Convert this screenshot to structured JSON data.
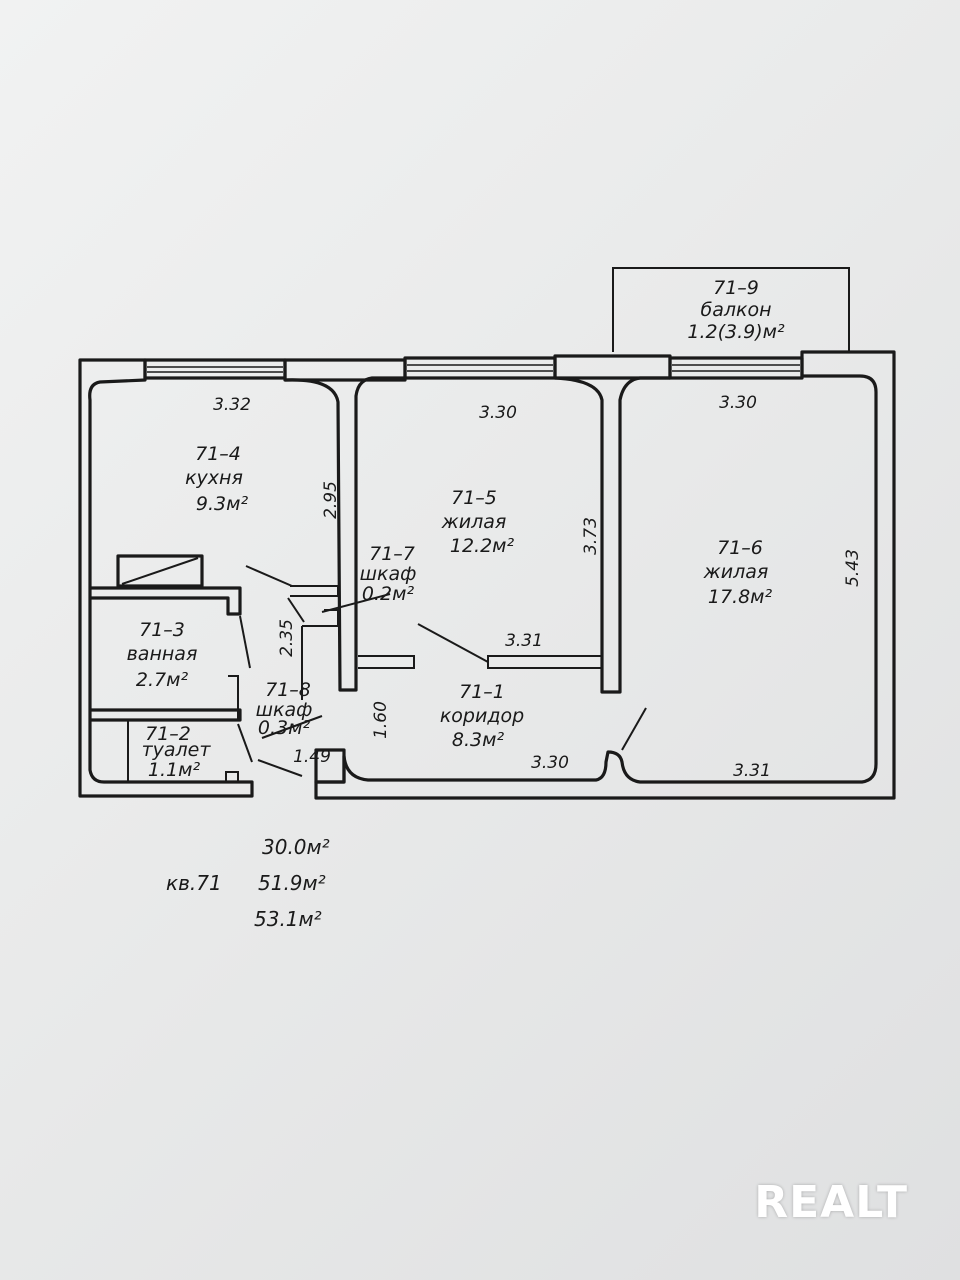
{
  "rooms": {
    "balcony": {
      "id": "71–9",
      "name": "балкон",
      "area": "1.2(3.9)м²"
    },
    "kitchen": {
      "id": "71–4",
      "name": "кухня",
      "area": "9.3м²"
    },
    "living5": {
      "id": "71–5",
      "name": "жилая",
      "area": "12.2м²"
    },
    "living6": {
      "id": "71–6",
      "name": "жилая",
      "area": "17.8м²"
    },
    "closet7": {
      "id": "71–7",
      "name": "шкаф",
      "area": "0.2м²"
    },
    "closet8": {
      "id": "71–8",
      "name": "шкаф",
      "area": "0.3м²"
    },
    "bathroom": {
      "id": "71–3",
      "name": "ванная",
      "area": "2.7м²"
    },
    "toilet": {
      "id": "71–2",
      "name": "туалет",
      "area": "1.1м²"
    },
    "corridor": {
      "id": "71–1",
      "name": "коридор",
      "area": "8.3м²"
    }
  },
  "dimensions": {
    "kitchen_top": "3.32",
    "kitchen_side": "2.95",
    "living5_top": "3.30",
    "living5_side": "3.73",
    "living6_top": "3.30",
    "living6_side": "5.43",
    "corridor_partition": "3.31",
    "bath_side": "2.35",
    "corridor_side": "1.60",
    "entry": "1.49",
    "corridor_bottom": "3.30",
    "living6_bottom": "3.31"
  },
  "totals": {
    "apartment": "кв.71",
    "living_area": "30.0м²",
    "total_area": "51.9м²",
    "total_with_balcony": "53.1м²"
  },
  "watermark": "REALT"
}
